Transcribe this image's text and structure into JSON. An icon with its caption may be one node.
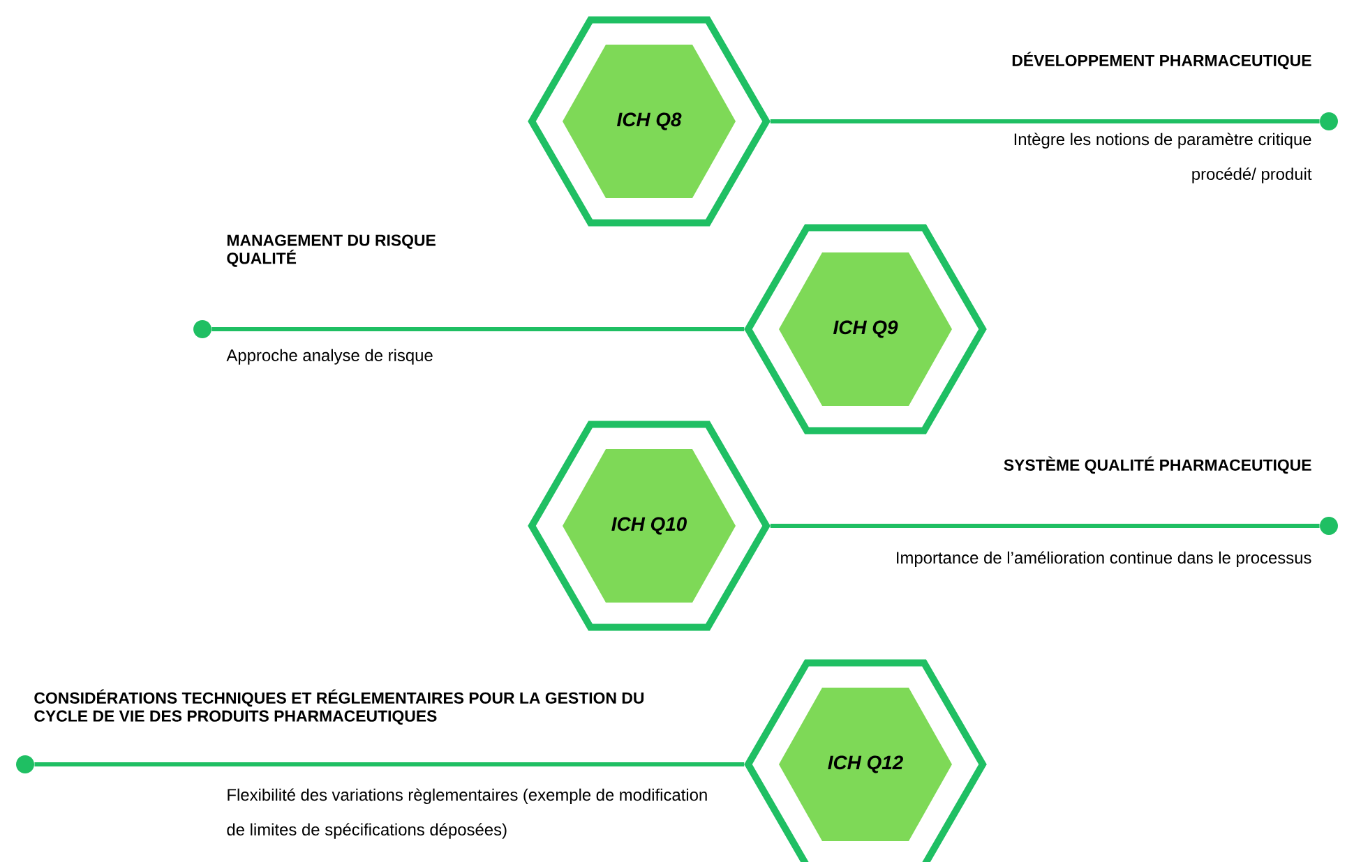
{
  "diagram": {
    "nodes": [
      {
        "text": [
          "ICH Q8"
        ]
      },
      {
        "text": [],
        "shape": "circle"
      },
      {
        "text": [
          "ICH Q9"
        ]
      },
      {
        "text": [],
        "shape": "circle"
      },
      {
        "text": [
          "ICH Q10"
        ]
      },
      {
        "text": [],
        "shape": "circle"
      },
      {
        "text": [
          "ICH Q12"
        ]
      },
      {
        "text": [],
        "shape": "circle"
      }
    ],
    "edges": [
      {
        "from": 0,
        "to": 1,
        "arrow": "none"
      },
      {
        "from": 2,
        "to": 3,
        "arrow": "none"
      },
      {
        "from": 4,
        "to": 5,
        "arrow": "none"
      },
      {
        "from": 6,
        "to": 7,
        "arrow": "none"
      }
    ],
    "labels": [
      "DÉVELOPPEMENT PHARMACEUTIQUE",
      "Intègre les notions de paramètre critique procédé/ produit",
      "MANAGEMENT DU RISQUE QUALITÉ",
      "Approche analyse de risque",
      "SYSTÈME QUALITÉ PHARMACEUTIQUE",
      "Importance de l’amélioration continue dans le processus",
      "CONSIDÉRATIONS TECHNIQUES ET RÉGLEMENTAIRES POUR LA GESTION DU CYCLE DE VIE DES PRODUITS PHARMACEUTIQUES",
      "Flexibilité des variations règlementaires (exemple de modification de limites de spécifications déposées)"
    ]
  }
}
